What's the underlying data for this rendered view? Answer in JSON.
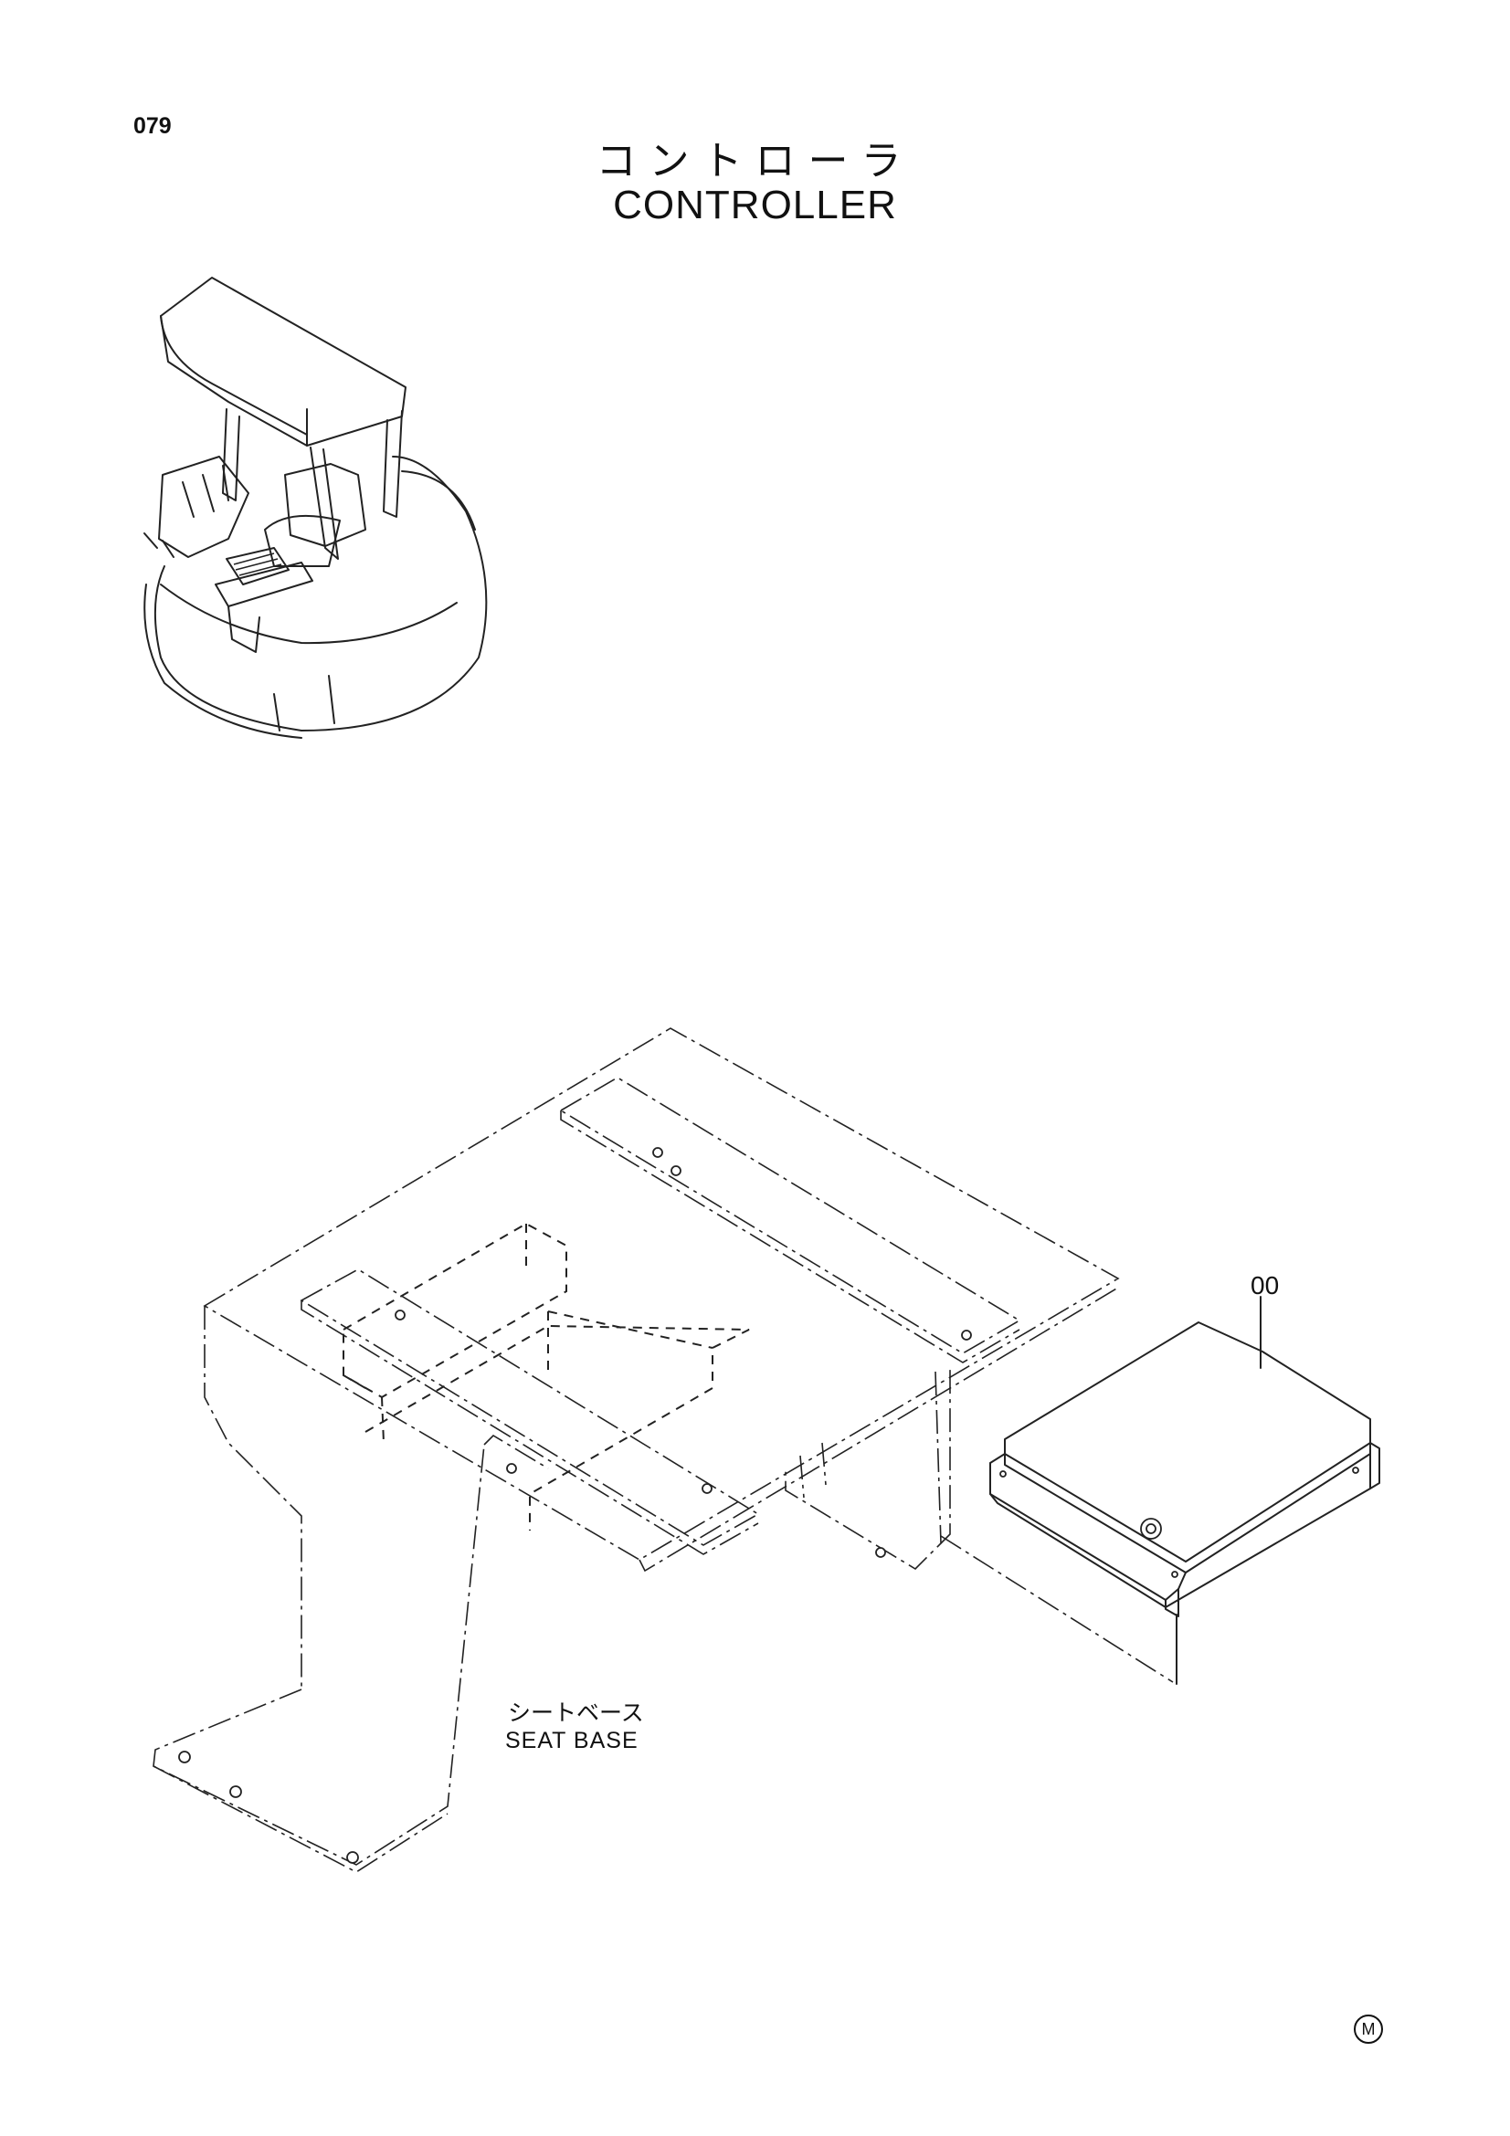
{
  "page": {
    "number": "079",
    "title_jp": "コントローラ",
    "title_en": "CONTROLLER"
  },
  "parts": {
    "controller_callout": "00",
    "seat_base_jp": "シートベース",
    "seat_base_en": "SEAT BASE"
  },
  "footer": {
    "mark": "M"
  },
  "icons": {
    "overview": "excavator-overview-icon",
    "controller": "controller-unit-icon",
    "seat_base": "seat-base-bracket-icon"
  }
}
